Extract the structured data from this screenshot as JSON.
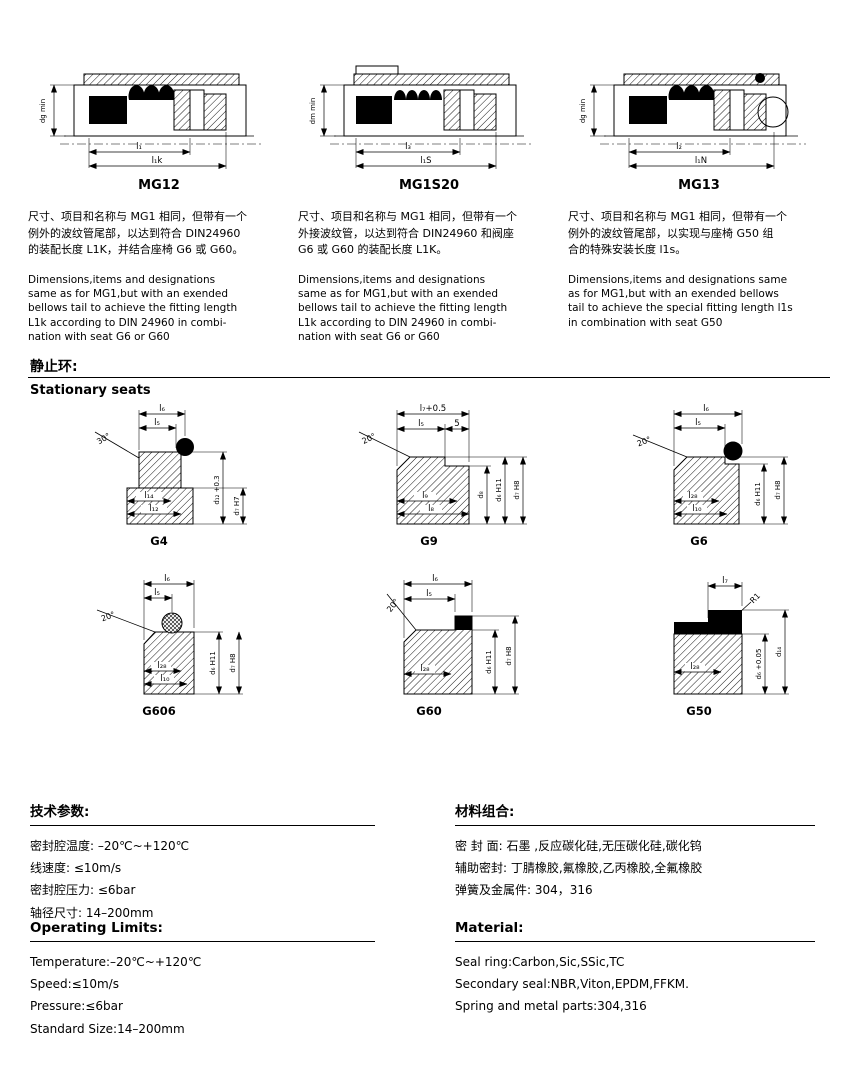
{
  "page": {
    "bg": "#ffffff",
    "ink": "#000000"
  },
  "top_row": [
    {
      "label": "MG12",
      "dim_inner": "l₁",
      "dim_outer": "l₁k",
      "dim_left": "dg min",
      "desc_cn": "尺寸、项目和名称与 MG1 相同，但带有一个\n例外的波纹管尾部，以达到符合 DIN24960\n的装配长度 L1K，并结合座椅 G6 或 G60。",
      "desc_en": "Dimensions,items and designations\nsame as for MG1,but with an exended\nbellows tail to achieve the fitting length\nL1k according to DIN 24960 in combi-\nnation with seat G6 or G60"
    },
    {
      "label": "MG1S20",
      "dim_inner": "l₃",
      "dim_outer": "l₁S",
      "dim_left": "dm min",
      "desc_cn": "尺寸、项目和名称与 MG1 相同，但带有一个\n外接波纹管，以达到符合 DIN24960 和阀座\nG6 或 G60 的装配长度 L1K。",
      "desc_en": "Dimensions,items and designations\nsame as for MG1,but with an exended\nbellows tail to achieve the fitting length\nL1k according to DIN 24960 in combi-\nnation with seat G6 or G60"
    },
    {
      "label": "MG13",
      "dim_inner": "l₂",
      "dim_outer": "l₁N",
      "dim_left": "dg min",
      "desc_cn": "尺寸、项目和名称与 MG1 相同，但带有一个\n例外的波纹管尾部，以实现与座椅 G50 组\n合的特殊安装长度 l1s。",
      "desc_en": "Dimensions,items and designations same\nas for MG1,but with an exended bellows\ntail to achieve the special fitting length l1s\nin combination with seat G50"
    }
  ],
  "stationary": {
    "heading_cn": "静止环:",
    "heading_en": "Stationary seats"
  },
  "seats": [
    {
      "label": "G4",
      "angle": "30°",
      "top1": "l₆",
      "top2": "l₅",
      "body1": "l₁₄",
      "body2": "l₁₂",
      "right1": "d₁₂ +0.3",
      "right2": "d₇ H7"
    },
    {
      "label": "G9",
      "angle": "20°",
      "top1": "l₇+0.5",
      "top2": "l₅",
      "top3": "5",
      "body1": "l₉",
      "body2": "l₈",
      "right1": "d₈",
      "right2": "d₆ H11",
      "right3": "d₇ H8"
    },
    {
      "label": "G6",
      "angle": "20°",
      "top1": "l₆",
      "top2": "l₅",
      "body1": "l₂₈",
      "body2": "l₁₀",
      "right1": "d₆ H11",
      "right2": "d₇ H8"
    },
    {
      "label": "G606",
      "angle": "20°",
      "top1": "l₆",
      "top2": "l₅",
      "body1": "l₂₈",
      "body2": "l₁₀",
      "right1": "d₆ H11",
      "right2": "d₇ H8"
    },
    {
      "label": "G60",
      "angle": "20°",
      "top1": "l₆",
      "top2": "l₅",
      "body1": "l₂₈",
      "right1": "d₆ H11",
      "right2": "d₇ H8"
    },
    {
      "label": "G50",
      "angle": "R1",
      "top1": "l₇",
      "body1": "l₂₈",
      "right1": "d₆ +0.05",
      "right2": "d₁₄"
    }
  ],
  "tech_params": {
    "heading_cn": "技术参数:",
    "lines_cn": [
      "密封腔温度: –20℃~+120℃",
      "线速度: ≤10m/s",
      "密封腔压力: ≤6bar",
      "轴径尺寸: 14–200mm"
    ],
    "heading_en": "Operating Limits:",
    "lines_en": [
      "Temperature:–20℃~+120℃",
      "Speed:≤10m/s",
      "Pressure:≤6bar",
      "Standard Size:14–200mm"
    ]
  },
  "materials": {
    "heading_cn": "材料组合:",
    "lines_cn": [
      "密 封 面: 石墨 ,反应碳化硅,无压碳化硅,碳化钨",
      "辅助密封: 丁腈橡胶,氟橡胶,乙丙橡胶,全氟橡胶",
      "弹簧及金属件: 304，316"
    ],
    "heading_en": "Material:",
    "lines_en": [
      "Seal ring:Carbon,Sic,SSic,TC",
      "Secondary seal:NBR,Viton,EPDM,FFKM.",
      "Spring and metal parts:304,316"
    ]
  }
}
